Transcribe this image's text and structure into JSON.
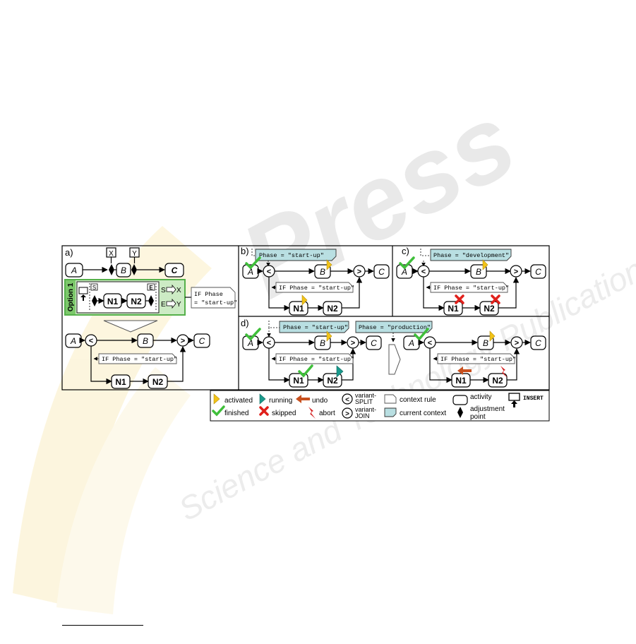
{
  "watermark": {
    "logo_text": "Press",
    "subtitle": "Science and Technology Publications"
  },
  "panels": {
    "a": {
      "label": "a)",
      "top": {
        "node_a": "A",
        "node_b": "B",
        "node_c": "C",
        "adj_x": "X",
        "adj_y": "Y"
      },
      "option": {
        "title": "Option 1",
        "s_marker": "S",
        "e_marker": "E",
        "node_n1": "N1",
        "node_n2": "N2",
        "map_s": "S",
        "map_x": "X",
        "map_e": "E",
        "map_y": "Y"
      },
      "option_rule_line1": "IF Phase",
      "option_rule_line2": "= \"start-up\"",
      "bottom": {
        "node_a": "A",
        "node_b": "B",
        "node_c": "C",
        "node_n1": "N1",
        "node_n2": "N2",
        "rule": "IF Phase = \"start-up\""
      }
    },
    "b": {
      "label": "b)",
      "context": "Phase = \"start-up\"",
      "rule": "IF Phase = \"start-up\"",
      "node_a": "A",
      "node_b": "B",
      "node_c": "C",
      "node_n1": "N1",
      "node_n2": "N2"
    },
    "c": {
      "label": "c)",
      "context": "Phase = \"development\"",
      "rule": "IF Phase = \"start-up\"",
      "node_a": "A",
      "node_b": "B",
      "node_c": "C",
      "node_n1": "N1",
      "node_n2": "N2"
    },
    "d": {
      "label": "d)",
      "left": {
        "context": "Phase = \"start-up\"",
        "rule": "IF Phase = \"start-up\"",
        "node_a": "A",
        "node_b": "B",
        "node_c": "C",
        "node_n1": "N1",
        "node_n2": "N2"
      },
      "right": {
        "context": "Phase = \"production\"",
        "rule": "IF Phase = \"start-up\"",
        "node_a": "A",
        "node_b": "B",
        "node_c": "C",
        "node_n1": "N1",
        "node_n2": "N2"
      }
    }
  },
  "split_symbol": "<",
  "join_symbol": ">",
  "legend": {
    "activated": "activated",
    "finished": "finished",
    "running": "running",
    "skipped": "skipped",
    "undo": "undo",
    "abort": "abort",
    "variant_split_1": "variant-",
    "variant_split_2": "SPLIT",
    "variant_join_1": "variant-",
    "variant_join_2": "JOIN",
    "context_rule": "context rule",
    "current_context": "current context",
    "activity": "activity",
    "adjustment_point_1": "adjustment",
    "adjustment_point_2": "point",
    "insert": "INSERT"
  },
  "colors": {
    "activated": "#f2c318",
    "finished": "#3fbf3a",
    "running": "#1a9a8c",
    "skipped": "#e0201b",
    "undo": "#c8501e",
    "abort": "#d42020",
    "context_fill": "#b9dfe2",
    "option_fill": "#ccebc4",
    "option_border": "#55b04a"
  }
}
